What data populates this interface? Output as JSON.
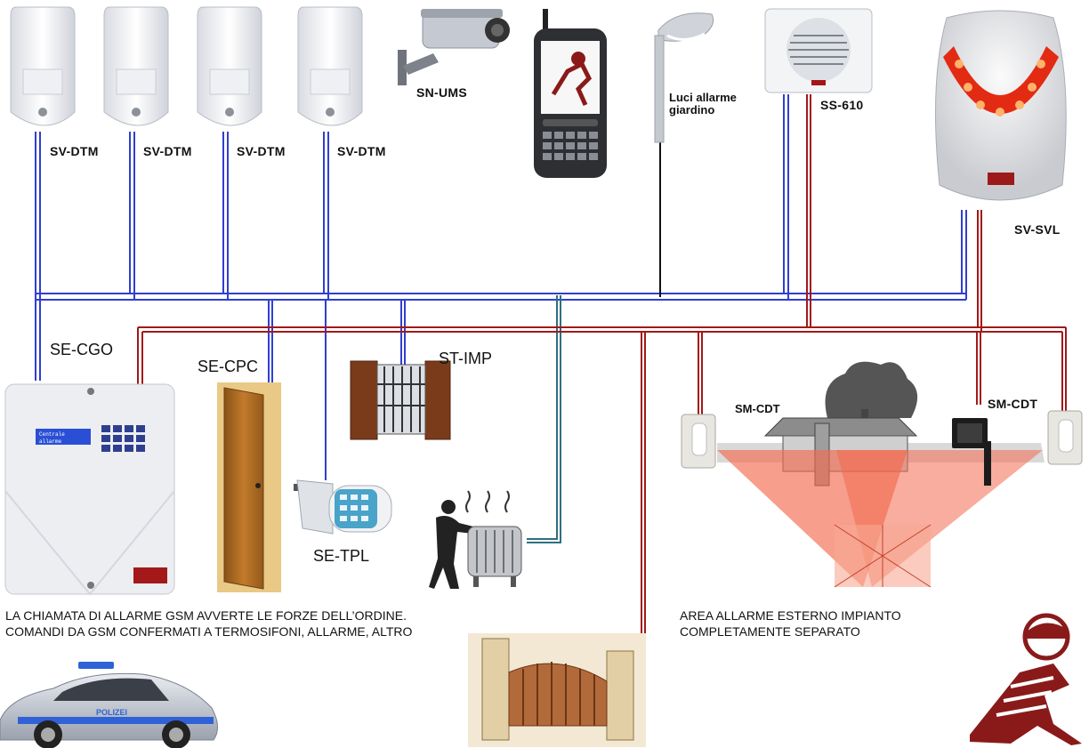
{
  "labels": {
    "sv_dtm": "SV-DTM",
    "sn_ums": "SN-UMS",
    "luci_line1": "Luci allarme",
    "luci_line2": "giardino",
    "ss_610": "SS-610",
    "sv_svl": "SV-SVL",
    "se_cgo": "SE-CGO",
    "se_cpc": "SE-CPC",
    "st_imp": "ST-IMP",
    "se_tpl": "SE-TPL",
    "sm_cdt": "SM-CDT",
    "police_text": "POLIZEI"
  },
  "notes": {
    "gsm_line1": "LA CHIAMATA DI ALLARME GSM AVVERTE LE FORZE DELL’ORDINE.",
    "gsm_line2": "COMANDI DA GSM CONFERMATI A TERMOSIFONI, ALLARME, ALTRO",
    "ext_line1": "AREA ALLARME ESTERNO IMPIANTO",
    "ext_line2": "COMPLETAMENTE SEPARATO"
  },
  "panel": {
    "lcd_line1": "Centrale",
    "lcd_line2": "allarme"
  },
  "colors": {
    "blue_bus": "#2f3fd0",
    "red_bus": "#a31818",
    "black_line": "#111111",
    "teal_line": "#2f6f80",
    "siren_red": "#e32a12",
    "beam_red": "#f26a4f",
    "door_wood": "#a3661f"
  }
}
